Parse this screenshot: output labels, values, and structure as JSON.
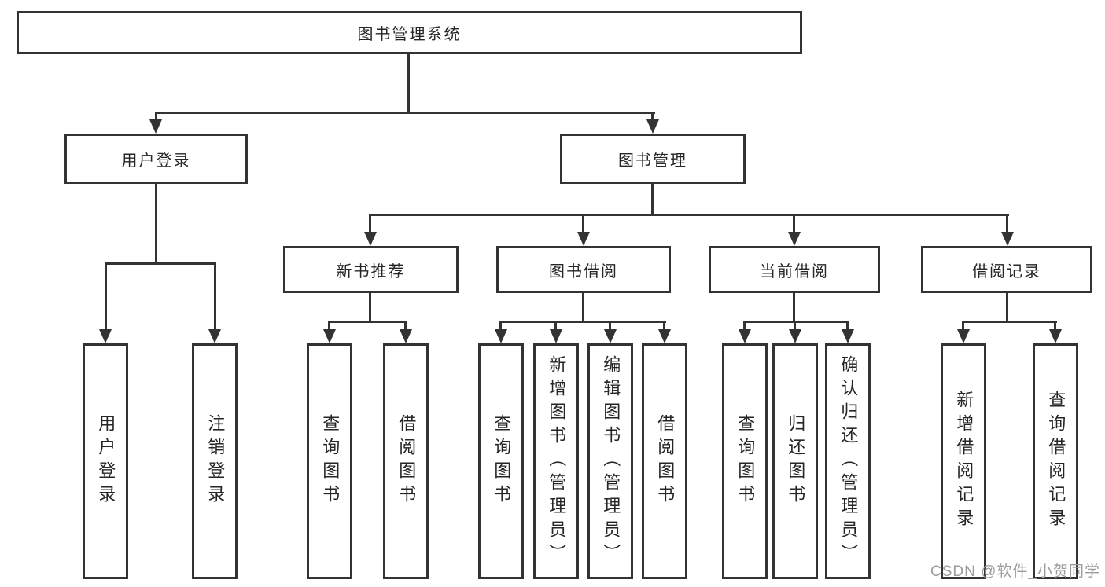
{
  "colors": {
    "line": "#333333",
    "text": "#262626",
    "watermark": "#9c9c9c",
    "background": "#ffffff"
  },
  "watermark": "CSDN @软件_小贺同学",
  "tree": {
    "root": "图书管理系统",
    "level1": [
      "用户登录",
      "图书管理"
    ],
    "level2": [
      "新书推荐",
      "图书借阅",
      "当前借阅",
      "借阅记录"
    ],
    "leaves_login": [
      "用户登录",
      "注销登录"
    ],
    "leaves_newbook": [
      "查询图书",
      "借阅图书"
    ],
    "leaves_borrow": [
      "查询图书",
      "新增图书（管理员）",
      "编辑图书（管理员）",
      "借阅图书"
    ],
    "leaves_current": [
      "查询图书",
      "归还图书",
      "确认归还（管理员）"
    ],
    "leaves_record": [
      "新增借阅记录",
      "查询借阅记录"
    ]
  }
}
